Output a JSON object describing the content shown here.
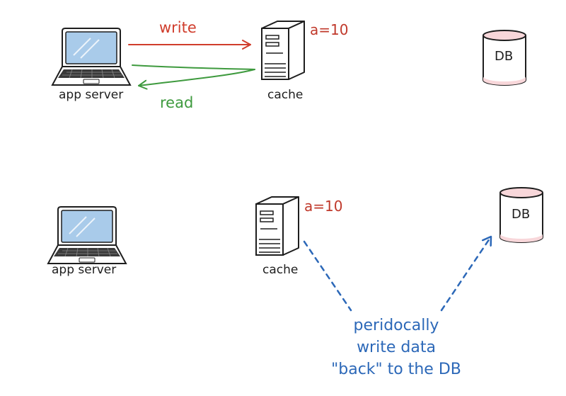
{
  "colors": {
    "stroke": "#1e1e1e",
    "write": "#d03d2c",
    "read": "#3e9a3e",
    "value": "#c0392b",
    "note": "#2c68b8",
    "db_fill": "#f8d7da",
    "screen": "#a9cbea"
  },
  "top": {
    "app_label": "app server",
    "cache_label": "cache",
    "cache_value": "a=10",
    "db_label": "DB",
    "write_label": "write",
    "read_label": "read"
  },
  "bottom": {
    "app_label": "app server",
    "cache_label": "cache",
    "cache_value": "a=10",
    "db_label": "DB",
    "note_lines": [
      "peridocally",
      "write data",
      "\"back\" to the DB"
    ]
  },
  "icons": [
    "laptop-icon",
    "server-icon",
    "database-icon",
    "arrow-icon"
  ]
}
